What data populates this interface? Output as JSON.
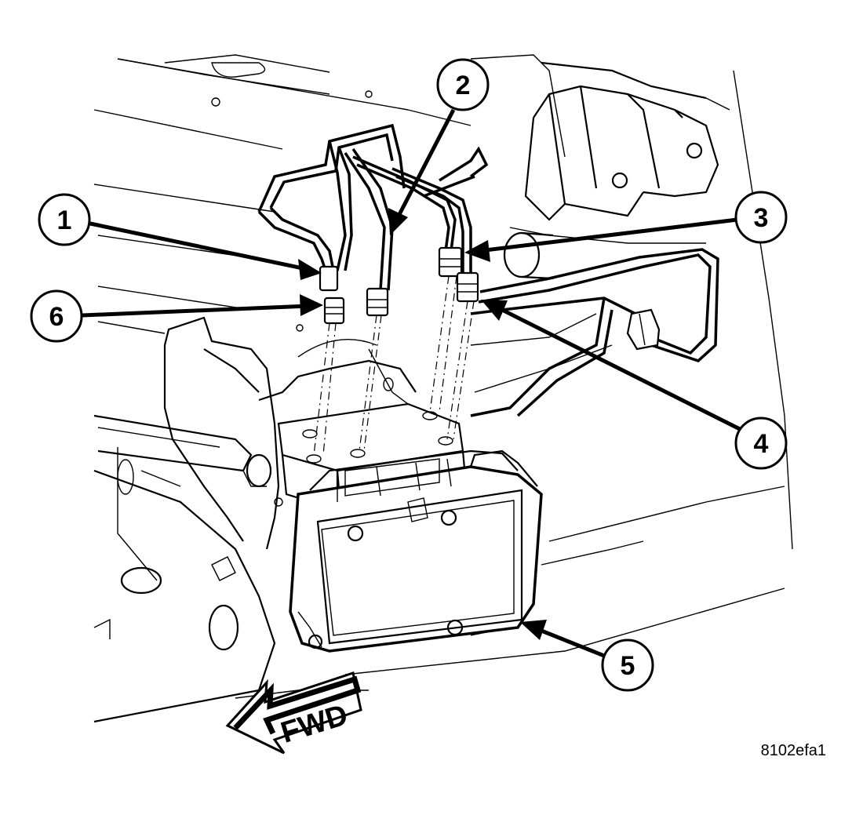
{
  "callouts": [
    {
      "id": "1",
      "label": "1"
    },
    {
      "id": "2",
      "label": "2"
    },
    {
      "id": "3",
      "label": "3"
    },
    {
      "id": "4",
      "label": "4"
    },
    {
      "id": "5",
      "label": "5"
    },
    {
      "id": "6",
      "label": "6"
    }
  ],
  "direction_label": "FWD",
  "figure_ref": "8102efa1"
}
